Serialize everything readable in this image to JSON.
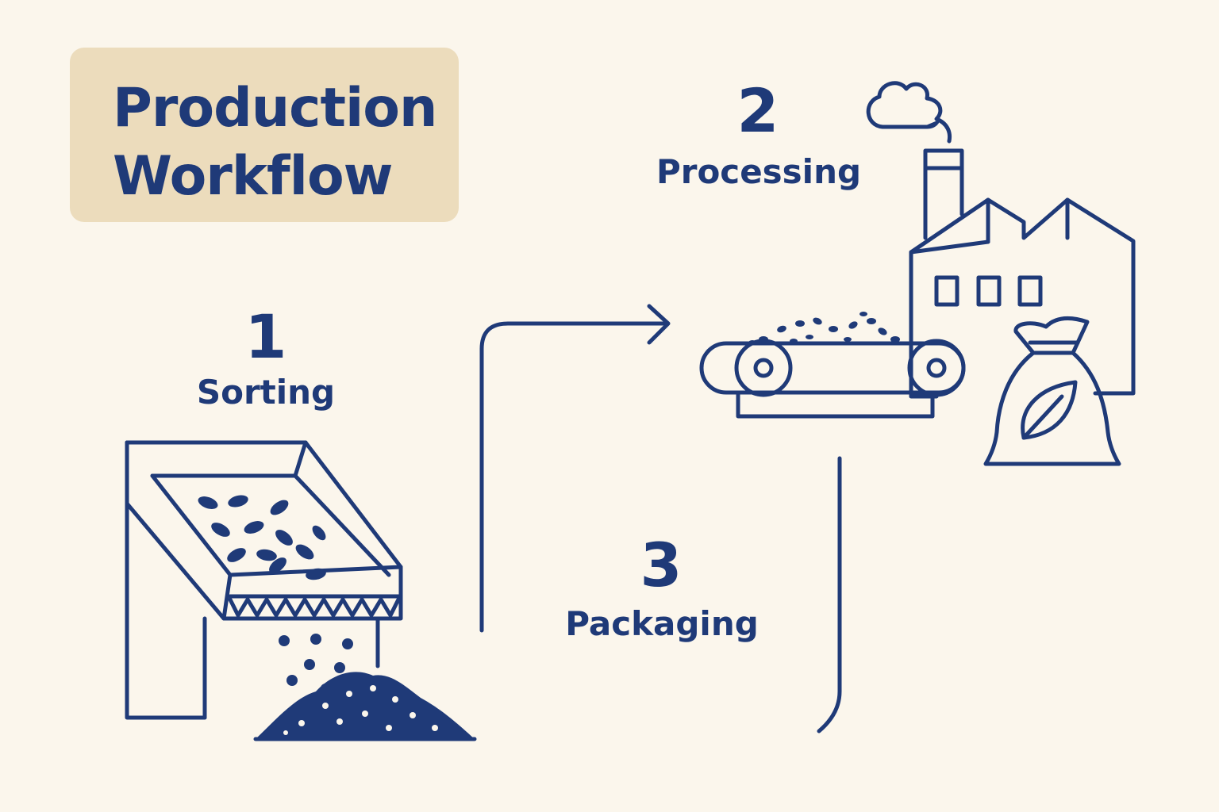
{
  "title": {
    "line1": "Production",
    "line2": "Workflow"
  },
  "steps": [
    {
      "number": "1",
      "label": "Sorting",
      "icon": "sorting-machine-icon"
    },
    {
      "number": "2",
      "label": "Processing",
      "icon": "factory-conveyor-icon"
    },
    {
      "number": "3",
      "label": "Packaging",
      "icon": "seed-bag-icon"
    }
  ],
  "colors": {
    "background": "#fbf6ec",
    "title_box": "#ecdcbc",
    "ink": "#1f3a78"
  }
}
